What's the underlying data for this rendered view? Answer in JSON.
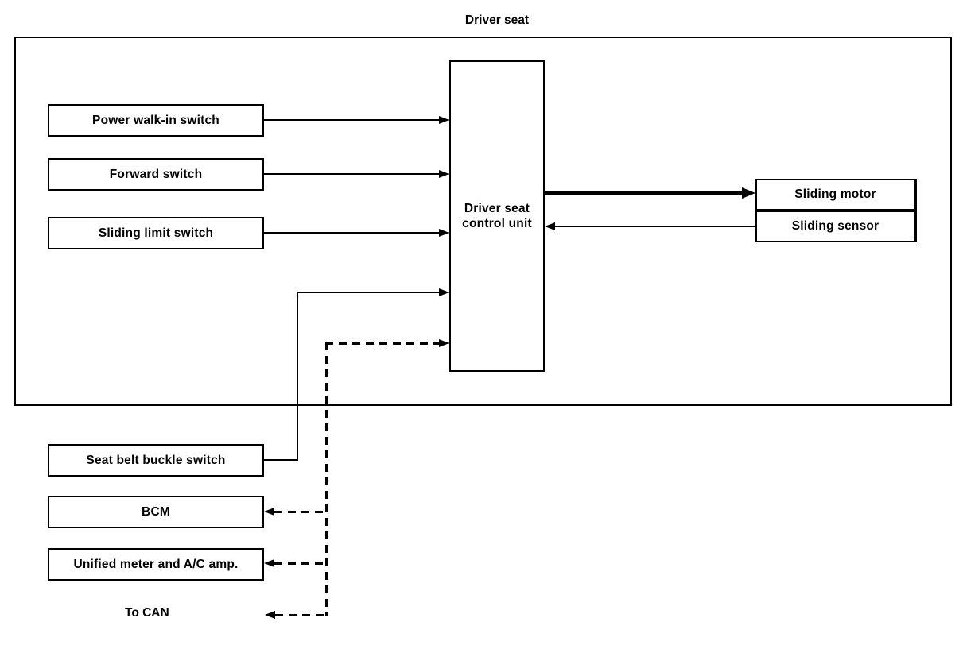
{
  "diagram": {
    "title": "Driver seat",
    "control_unit": {
      "line1": "Driver seat",
      "line2": "control unit"
    },
    "input_boxes": [
      {
        "label": "Power walk-in switch"
      },
      {
        "label": "Forward switch"
      },
      {
        "label": "Sliding limit switch"
      }
    ],
    "output_boxes": [
      {
        "label": "Sliding motor"
      },
      {
        "label": "Sliding sensor"
      }
    ],
    "lower_boxes": [
      {
        "label": "Seat belt buckle switch"
      },
      {
        "label": "BCM"
      },
      {
        "label": "Unified meter and A/C amp."
      }
    ],
    "can_label": "To CAN",
    "colors": {
      "line": "#000000",
      "background": "#ffffff"
    },
    "connections": [
      {
        "from": "Power walk-in switch",
        "to": "Driver seat control unit",
        "style": "solid-arrow"
      },
      {
        "from": "Forward switch",
        "to": "Driver seat control unit",
        "style": "solid-arrow"
      },
      {
        "from": "Sliding limit switch",
        "to": "Driver seat control unit",
        "style": "solid-arrow"
      },
      {
        "from": "Seat belt buckle switch",
        "to": "Driver seat control unit",
        "style": "solid-arrow"
      },
      {
        "from": "Driver seat control unit",
        "to": "Sliding motor",
        "style": "thick-solid-arrow"
      },
      {
        "from": "Sliding sensor",
        "to": "Driver seat control unit",
        "style": "solid-arrow"
      },
      {
        "from": "CAN bus",
        "to": "Driver seat control unit",
        "style": "dashed-arrow"
      },
      {
        "from": "CAN bus",
        "to": "BCM",
        "style": "dashed-arrow"
      },
      {
        "from": "CAN bus",
        "to": "Unified meter and A/C amp.",
        "style": "dashed-arrow"
      },
      {
        "from": "CAN bus",
        "to": "To CAN",
        "style": "dashed-arrow"
      }
    ]
  }
}
